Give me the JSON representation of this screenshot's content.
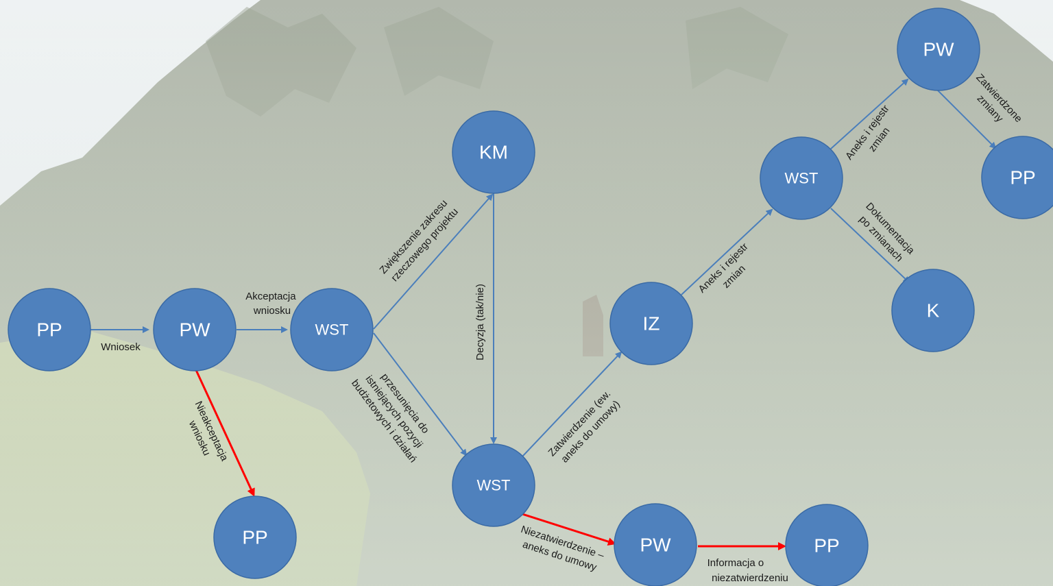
{
  "colors": {
    "node_fill": "#4f81bd",
    "node_text": "#ffffff",
    "arrow_blue": "#4a7ebb",
    "arrow_red": "#ff0000",
    "label_text": "#1a1a1a",
    "sky": "#e9eef0",
    "mountain": "#a9b3a4",
    "meadow": "#b8c79a"
  },
  "nodes": {
    "pp_start": "PP",
    "pw_1": "PW",
    "wst_1": "WST",
    "pp_rejected": "PP",
    "km": "KM",
    "wst_2": "WST",
    "iz": "IZ",
    "pw_2": "PW",
    "pp_not_approved": "PP",
    "wst_3": "WST",
    "pw_3": "PW",
    "pp_approved": "PP",
    "k": "K"
  },
  "edges": {
    "wniosek": [
      "Wniosek"
    ],
    "akceptacja": [
      "Akceptacja",
      "wniosku"
    ],
    "nieakceptacja": [
      "Nieakceptacja",
      "wniosku"
    ],
    "zwiekszenie": [
      "Zwiększenie zakresu",
      "rzeczowego projektu"
    ],
    "przesuniecia": [
      "przesunięcia do",
      "istniejących pozycji",
      "budżetowych i działań"
    ],
    "decyzja": [
      "Decyzja (tak/nie)"
    ],
    "zatwierdzenie": [
      "Zatwierdzenie (ew.",
      "aneks do umowy)"
    ],
    "niezatwierdzenie": [
      "Niezatwierdzenie –",
      "aneks do umowy"
    ],
    "informacja": [
      "Informacja o",
      "niezatwierdzeniu"
    ],
    "aneks_1": [
      "Aneks i rejestr",
      "zmian"
    ],
    "aneks_2": [
      "Aneks i rejestr",
      "zmian"
    ],
    "dokumentacja": [
      "Dokumentacja",
      "po zmianach"
    ],
    "zatwierdzone": [
      "Zatwierdzone",
      "zmiany"
    ]
  }
}
